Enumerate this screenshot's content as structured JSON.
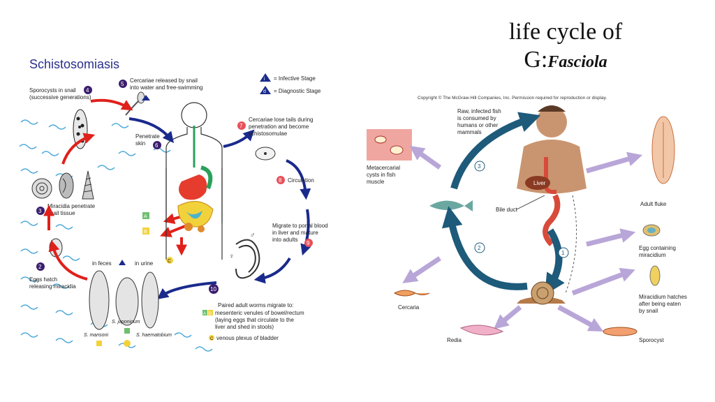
{
  "slide": {
    "title_line1": "life cycle of",
    "title_line2_prefix": "G:",
    "title_line2_genus": "Fasciola"
  },
  "schisto": {
    "title": "Schistosomiasis",
    "legend_infective": "= Infective Stage",
    "legend_diagnostic": "= Diagnostic Stage",
    "legend_i": "i",
    "legend_d": "d",
    "step4": "Sporocysts in snail\n(successive generations)",
    "step5": "Cercariae released by snail\ninto water and free-swimming",
    "step6": "Penetrate\nskin",
    "step7": "Cercariae lose tails during\npenetration and become\nschistosomulae",
    "step8": "Circulation",
    "step9": "Migrate to portal blood\nin liver and mature\ninto adults",
    "step10": "Paired adult worms migrate to:",
    "step10_a": "mesenteric venules of bowel/rectum",
    "step10_a2": "(laying eggs that circulate to the\nliver and shed in stools)",
    "step10_c": "venous plexus of bladder",
    "step3": "Miracidia penetrate\nsnail tissue",
    "step2": "Eggs hatch\nreleasing miracidia",
    "in_feces": "in feces",
    "in_urine": "in urine",
    "s_mansoni": "S. mansoni",
    "s_japonicum": "S. japonicum",
    "s_haematobium": "S. haematobium",
    "n2": "2",
    "n3": "3",
    "n4": "4",
    "n5": "5",
    "n6": "6",
    "n7": "7",
    "n8": "8",
    "n9": "9",
    "n10": "10",
    "a": "A",
    "b": "B",
    "c": "C",
    "male": "♂",
    "female": "♀"
  },
  "fasciola": {
    "copyright": "Copyright © The McGraw-Hill Companies, Inc. Permission required for reproduction or display.",
    "raw_fish": "Raw, infected fish\nis consumed by\nhumans or other\nmammals",
    "metacercarial": "Metacercarial\ncysts in fish\nmuscle",
    "liver": "Liver",
    "bile_duct": "Bile duct",
    "adult_fluke": "Adult fluke",
    "egg_miracidium": "Egg containing\nmiracidium",
    "miracidium_hatches": "Miracidium hatches\nafter being eaten\nby snail",
    "sporocyst": "Sporocyst",
    "redia": "Redia",
    "cercaria": "Cercaria",
    "n1": "1",
    "n2": "2",
    "n3": "3"
  },
  "colors": {
    "red_arrow": "#e0201b",
    "navy_arrow": "#1a2a8c",
    "step_circle": "#3a1e6e",
    "step_circle_red": "#e8505b",
    "water": "#4aa7d8",
    "fasc_arrow": "#1e5a7a",
    "lavender_arrow": "#b9a6d8"
  }
}
